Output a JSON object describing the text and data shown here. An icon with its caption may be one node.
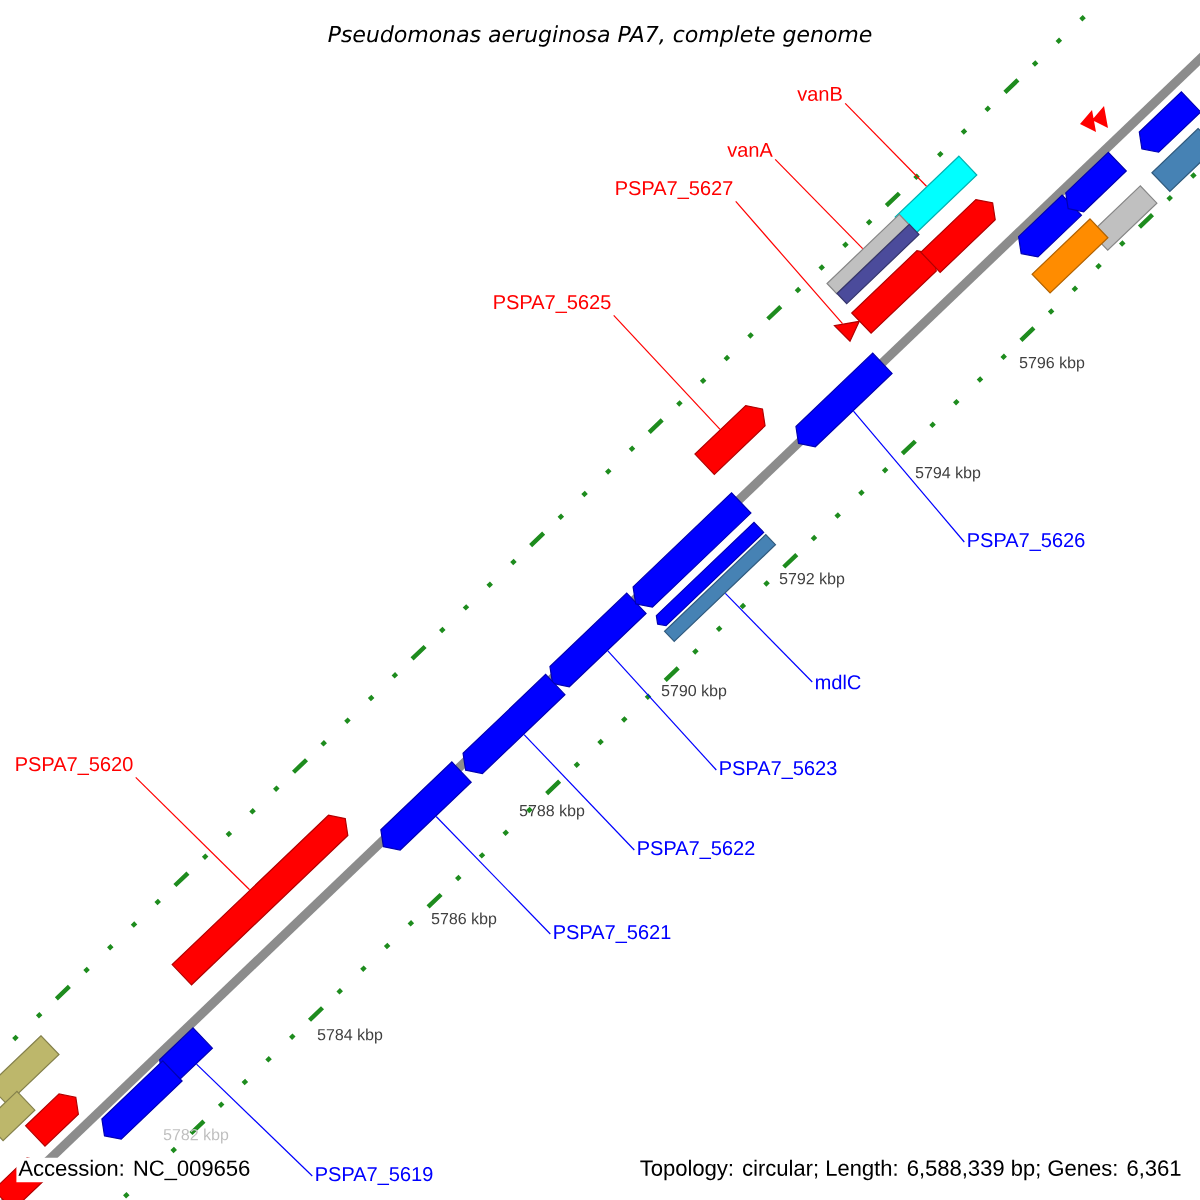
{
  "diagram": {
    "title": "Pseudomonas aeruginosa PA7, complete genome",
    "nodes": [
      {
        "text": [
          "vanB"
        ]
      },
      {
        "text": [
          "vanA"
        ]
      },
      {
        "text": [
          "PSPA7_5627"
        ]
      },
      {
        "text": [
          "PSPA7_5625"
        ]
      },
      {
        "text": [
          "PSPA7_5626"
        ]
      },
      {
        "text": [
          "mdlC"
        ]
      },
      {
        "text": [
          "PSPA7_5623"
        ]
      },
      {
        "text": [
          "PSPA7_5620"
        ]
      },
      {
        "text": [
          "PSPA7_5622"
        ]
      },
      {
        "text": [
          "PSPA7_5621"
        ]
      },
      {
        "text": [
          "PSPA7_5619"
        ]
      },
      {
        "text": [],
        "shape": "box"
      },
      {
        "text": [],
        "shape": "box"
      },
      {
        "text": [],
        "shape": "triangle"
      },
      {
        "text": [],
        "shape": "pentagon"
      },
      {
        "text": [],
        "shape": "pentagon"
      },
      {
        "text": [],
        "shape": "box"
      },
      {
        "text": [],
        "shape": "pentagon"
      },
      {
        "text": [],
        "shape": "pentagon"
      },
      {
        "text": [],
        "shape": "pentagon"
      },
      {
        "text": [],
        "shape": "pentagon"
      },
      {
        "text": [],
        "shape": "pentagon"
      },
      {
        "text": [],
        "shape": "pentagon"
      },
      {
        "text": [],
        "shape": "box"
      },
      {
        "text": [],
        "shape": "pentagon"
      },
      {
        "text": [],
        "shape": "pentagon"
      },
      {
        "text": [],
        "shape": "pentagon"
      },
      {
        "text": [],
        "shape": "pentagon"
      },
      {
        "text": [],
        "shape": "pentagon"
      },
      {
        "text": [],
        "shape": "pentagon"
      },
      {
        "text": [],
        "shape": "box"
      },
      {
        "text": [],
        "shape": "box"
      },
      {
        "text": [],
        "shape": "pentagon"
      },
      {
        "text": [],
        "shape": "box"
      },
      {
        "text": [],
        "shape": "box"
      },
      {
        "text": [],
        "shape": "box"
      },
      {
        "text": [],
        "shape": "pentagon"
      },
      {
        "text": [],
        "shape": "pentagon"
      }
    ],
    "edges": [
      {
        "from": 0,
        "to": 11,
        "arrow": "none",
        "color": "#ff0000"
      },
      {
        "from": 1,
        "to": 12,
        "arrow": "none",
        "color": "#ff0000"
      },
      {
        "from": 2,
        "to": 13,
        "arrow": "none",
        "color": "#ff0000"
      },
      {
        "from": 3,
        "to": 14,
        "arrow": "none",
        "color": "#ff0000"
      },
      {
        "from": 4,
        "to": 15,
        "arrow": "none"
      },
      {
        "from": 5,
        "to": 16,
        "arrow": "none"
      },
      {
        "from": 6,
        "to": 17,
        "arrow": "none"
      },
      {
        "from": 7,
        "to": 18,
        "arrow": "none",
        "color": "#ff0000"
      },
      {
        "from": 8,
        "to": 19,
        "arrow": "none"
      },
      {
        "from": 9,
        "to": 20,
        "arrow": "none"
      },
      {
        "from": 10,
        "to": 21,
        "arrow": "none"
      }
    ],
    "labels": [
      "5796 kbp",
      "5794 kbp",
      "5792 kbp",
      "5790 kbp",
      "5788 kbp",
      "5786 kbp",
      "5784 kbp",
      "5782 kbp",
      "Accession: NC_009656",
      "Topology: circular; Length: 6,588,339 bp; Genes: 6,361"
    ]
  }
}
